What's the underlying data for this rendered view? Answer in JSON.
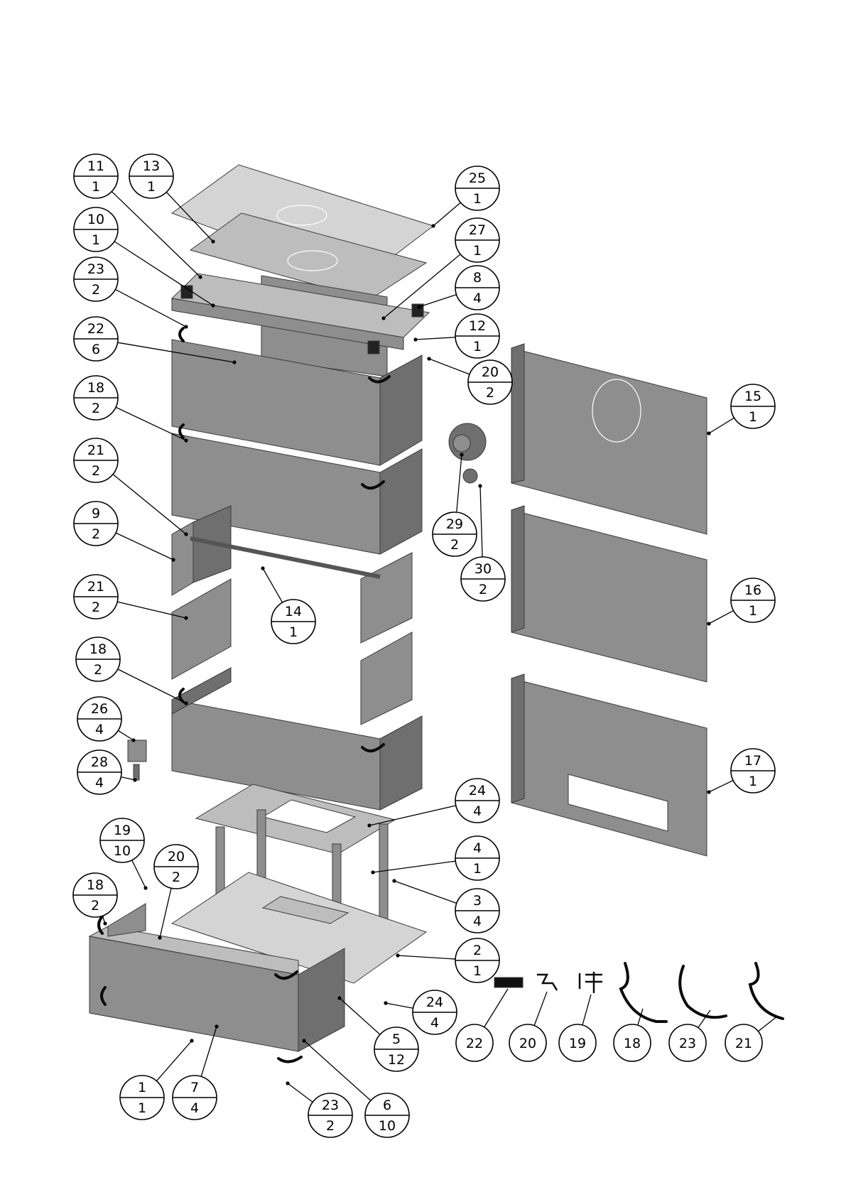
{
  "assembly_callouts": [
    {
      "id": "11",
      "qty": "1"
    },
    {
      "id": "13",
      "qty": "1"
    },
    {
      "id": "10",
      "qty": "1"
    },
    {
      "id": "23",
      "qty": "2"
    },
    {
      "id": "22",
      "qty": "6"
    },
    {
      "id": "18",
      "qty": "2"
    },
    {
      "id": "21",
      "qty": "2"
    },
    {
      "id": "9",
      "qty": "2"
    },
    {
      "id": "21",
      "qty": "2"
    },
    {
      "id": "18",
      "qty": "2"
    },
    {
      "id": "26",
      "qty": "4"
    },
    {
      "id": "28",
      "qty": "4"
    },
    {
      "id": "19",
      "qty": "10"
    },
    {
      "id": "20",
      "qty": "2"
    },
    {
      "id": "18",
      "qty": "2"
    },
    {
      "id": "1",
      "qty": "1"
    },
    {
      "id": "7",
      "qty": "4"
    },
    {
      "id": "23",
      "qty": "2"
    },
    {
      "id": "6",
      "qty": "10"
    },
    {
      "id": "5",
      "qty": "12"
    },
    {
      "id": "24",
      "qty": "4"
    },
    {
      "id": "2",
      "qty": "1"
    },
    {
      "id": "3",
      "qty": "4"
    },
    {
      "id": "4",
      "qty": "1"
    },
    {
      "id": "24",
      "qty": "4"
    },
    {
      "id": "14",
      "qty": "1"
    },
    {
      "id": "30",
      "qty": "2"
    },
    {
      "id": "29",
      "qty": "2"
    },
    {
      "id": "20",
      "qty": "2"
    },
    {
      "id": "12",
      "qty": "1"
    },
    {
      "id": "8",
      "qty": "4"
    },
    {
      "id": "27",
      "qty": "1"
    },
    {
      "id": "25",
      "qty": "1"
    },
    {
      "id": "15",
      "qty": "1"
    },
    {
      "id": "16",
      "qty": "1"
    },
    {
      "id": "17",
      "qty": "1"
    }
  ],
  "seal_callouts": [
    "22",
    "20",
    "19",
    "18",
    "23",
    "21"
  ],
  "colors": {
    "line": "#000000",
    "part_light": "#d4d4d4",
    "part_top": "#bdbdbd",
    "part_mid": "#8e8e8e",
    "part_dark": "#6f6f6f"
  }
}
